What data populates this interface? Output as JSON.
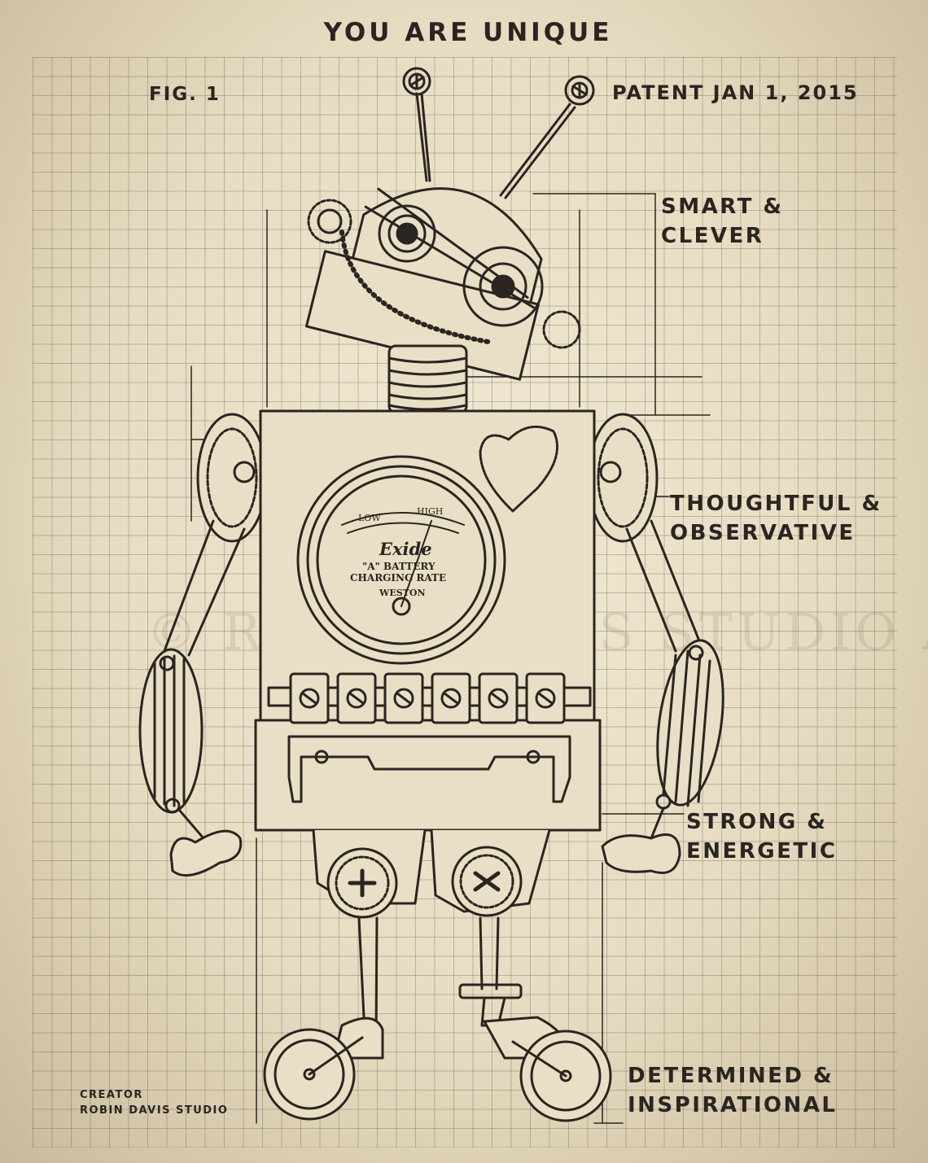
{
  "title": "YOU ARE UNIQUE",
  "fig_label": "FIG. 1",
  "patent": "PATENT JAN 1, 2015",
  "traits": [
    {
      "line1": "SMART &",
      "line2": "CLEVER"
    },
    {
      "line1": "THOUGHTFUL &",
      "line2": "OBSERVATIVE"
    },
    {
      "line1": "STRONG &",
      "line2": "ENERGETIC"
    },
    {
      "line1": "DETERMINED &",
      "line2": "INSPIRATIONAL"
    }
  ],
  "creator": {
    "label": "CREATOR",
    "name": "ROBIN DAVIS STUDIO"
  },
  "meter": {
    "low": "LOW",
    "high": "HIGH",
    "brand": "Exide",
    "line1": "\"A\" BATTERY",
    "line2": "CHARGING RATE",
    "maker": "WESTON"
  },
  "watermark": "© ROBIN DAVIS STUDIO ART",
  "colors": {
    "paper": "#e7dcc2",
    "ink": "#2a2520",
    "grid": "#463c2d"
  }
}
